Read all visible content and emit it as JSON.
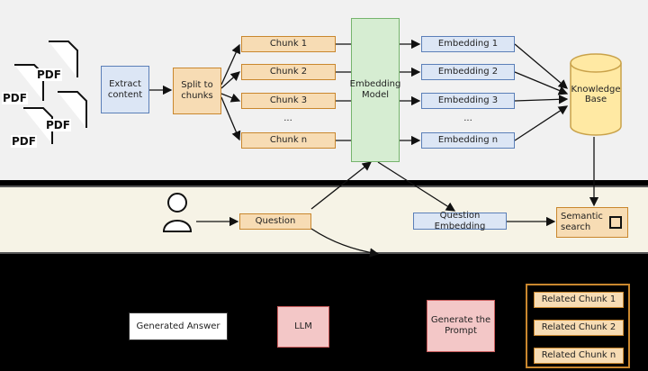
{
  "pdf_label": "PDF",
  "nodes": {
    "extract": "Extract content",
    "split": "Split to chunks",
    "chunk1": "Chunk 1",
    "chunk2": "Chunk 2",
    "chunk3": "Chunk 3",
    "chunk_ellipsis": "...",
    "chunkn": "Chunk n",
    "embedding_model": "Embedding Model",
    "emb1": "Embedding 1",
    "emb2": "Embedding 2",
    "emb3": "Embedding 3",
    "emb_ellipsis": "...",
    "embn": "Embedding n",
    "kb": "Knowledge Base",
    "question": "Question",
    "question_embedding": "Question Embedding",
    "semantic_search": "Semantic search",
    "generated_answer": "Generated Answer",
    "llm": "LLM",
    "generate_prompt": "Generate the Prompt",
    "related1": "Related Chunk 1",
    "related2": "Related Chunk 2",
    "relatedn": "Related Chunk n"
  },
  "colors": {
    "top_band": "#f1f1f1",
    "mid_band": "#f6f3e6",
    "bottom_band": "#000000",
    "chunk": "#f7dcb4",
    "embedding": "#dce6f5",
    "model": "#d6edd2",
    "llm": "#f3c7c7",
    "kb": "#ffe9a3"
  }
}
